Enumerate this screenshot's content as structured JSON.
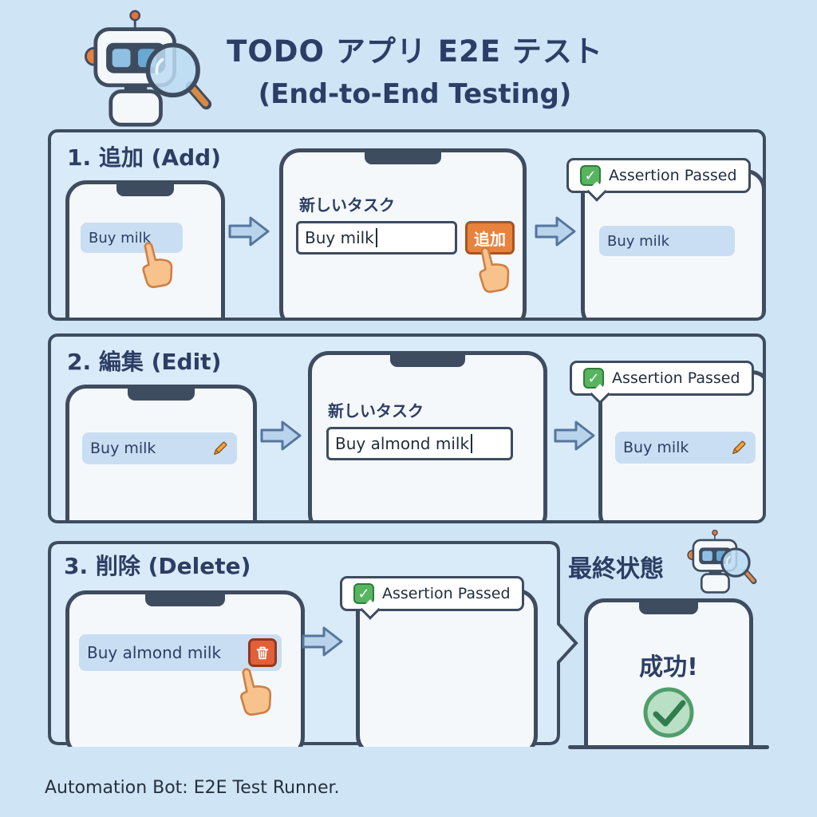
{
  "title": {
    "line1": "TODO アプリ E2E テスト",
    "line2": "(End-to-End Testing)"
  },
  "footer": {
    "text": "Automation Bot: E2E Test Runner."
  },
  "icons": {
    "check": "✓"
  },
  "colors": {
    "background": "#cfe4f5",
    "panel": "#d9eaf8",
    "outline": "#3e4c60",
    "accent_orange": "#e8823c",
    "accent_red": "#e0603a",
    "accent_green": "#57b45f",
    "item_blue": "#c9def2",
    "title_navy": "#2c3e64"
  },
  "sections": {
    "add": {
      "heading": "1. 追加 (Add)",
      "phone1": {
        "item": "Buy milk"
      },
      "phone2": {
        "label": "新しいタスク",
        "input_value": "Buy milk",
        "button": "追加"
      },
      "assertion": "Assertion Passed",
      "phone3": {
        "item": "Buy milk"
      }
    },
    "edit": {
      "heading": "2. 編集 (Edit)",
      "phone1": {
        "item": "Buy milk"
      },
      "phone2": {
        "label": "新しいタスク",
        "input_value": "Buy almond milk"
      },
      "assertion": "Assertion Passed",
      "phone3": {
        "item": "Buy milk"
      }
    },
    "delete": {
      "heading": "3. 削除 (Delete)",
      "phone1": {
        "item": "Buy almond milk"
      },
      "assertion": "Assertion Passed"
    },
    "final": {
      "heading": "最終状態",
      "success": "成功!"
    }
  }
}
